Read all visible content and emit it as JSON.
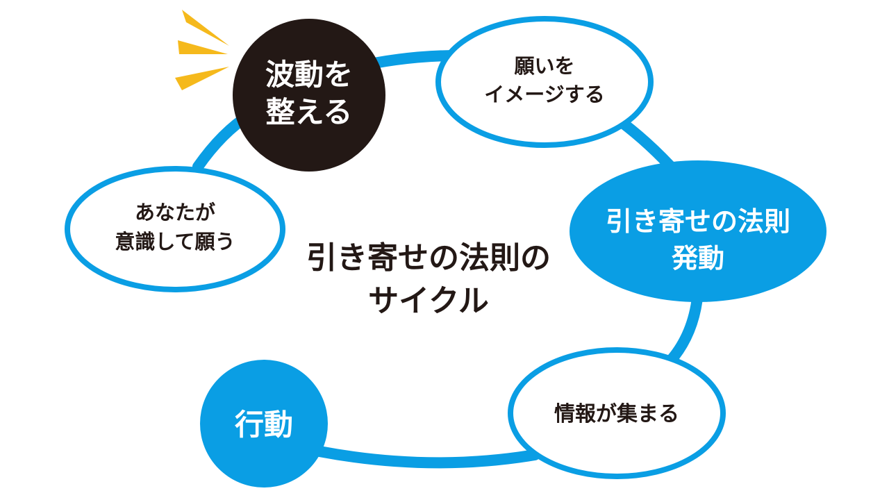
{
  "title": {
    "line1": "引き寄せの法則の",
    "line2": "サイクル"
  },
  "nodes": {
    "adjust_vibration": {
      "line1": "波動を",
      "line2": "整える"
    },
    "imagine_wish": {
      "line1": "願いを",
      "line2": "イメージする"
    },
    "law_activation": {
      "line1": "引き寄せの法則",
      "line2": "発動"
    },
    "info_gathers": {
      "line1": "情報が集まる"
    },
    "action": {
      "line1": "行動"
    },
    "conscious_wish": {
      "line1": "あなたが",
      "line2": "意識して願う"
    }
  },
  "colors": {
    "accent_blue": "#0a9ee4",
    "dark": "#231815",
    "burst_yellow": "#f5b91c",
    "white": "#ffffff"
  }
}
